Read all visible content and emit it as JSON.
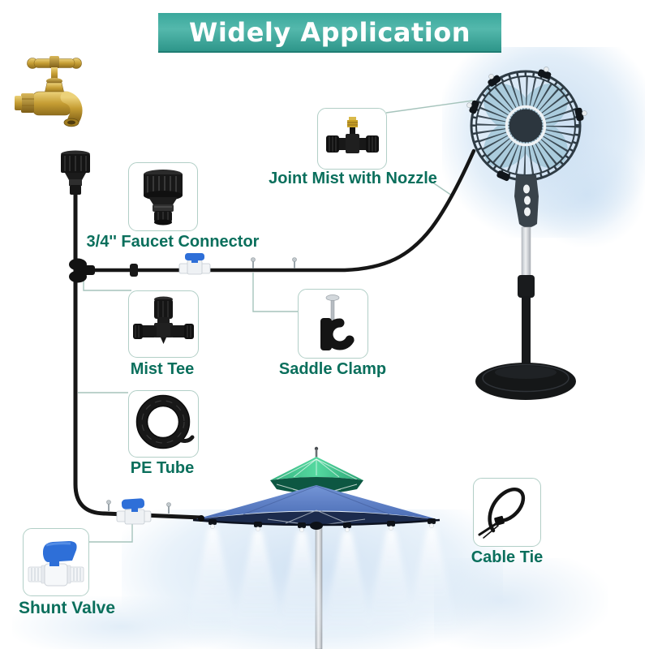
{
  "banner": {
    "title": "Widely Application",
    "background_color": "#36a094",
    "text_color": "#ffffff"
  },
  "components": [
    {
      "id": "faucet-connector",
      "label": "3/4'' Faucet Connector"
    },
    {
      "id": "joint-mist-nozzle",
      "label": "Joint Mist with Nozzle"
    },
    {
      "id": "mist-tee",
      "label": "Mist Tee"
    },
    {
      "id": "saddle-clamp",
      "label": "Saddle Clamp"
    },
    {
      "id": "pe-tube",
      "label": "PE Tube"
    },
    {
      "id": "shunt-valve",
      "label": "Shunt Valve"
    },
    {
      "id": "cable-tie",
      "label": "Cable Tie"
    }
  ],
  "scene": {
    "illustrations": [
      "brass-faucet",
      "pedestal-fan-with-misting-ring",
      "double-tier-patio-umbrella-with-mist",
      "black-pe-tubing-line"
    ],
    "label_color": "#0a6f5c",
    "box_border_color": "#b2cfc7",
    "tube_color": "#161616",
    "umbrella_blue": "#5b80c6",
    "umbrella_green": "#3fca8e",
    "fan_blade_color": "#aecedd",
    "valve_blue": "#2e6fd8",
    "brass_color": "#c9a227",
    "cloud_color": "#cfe0f0"
  }
}
